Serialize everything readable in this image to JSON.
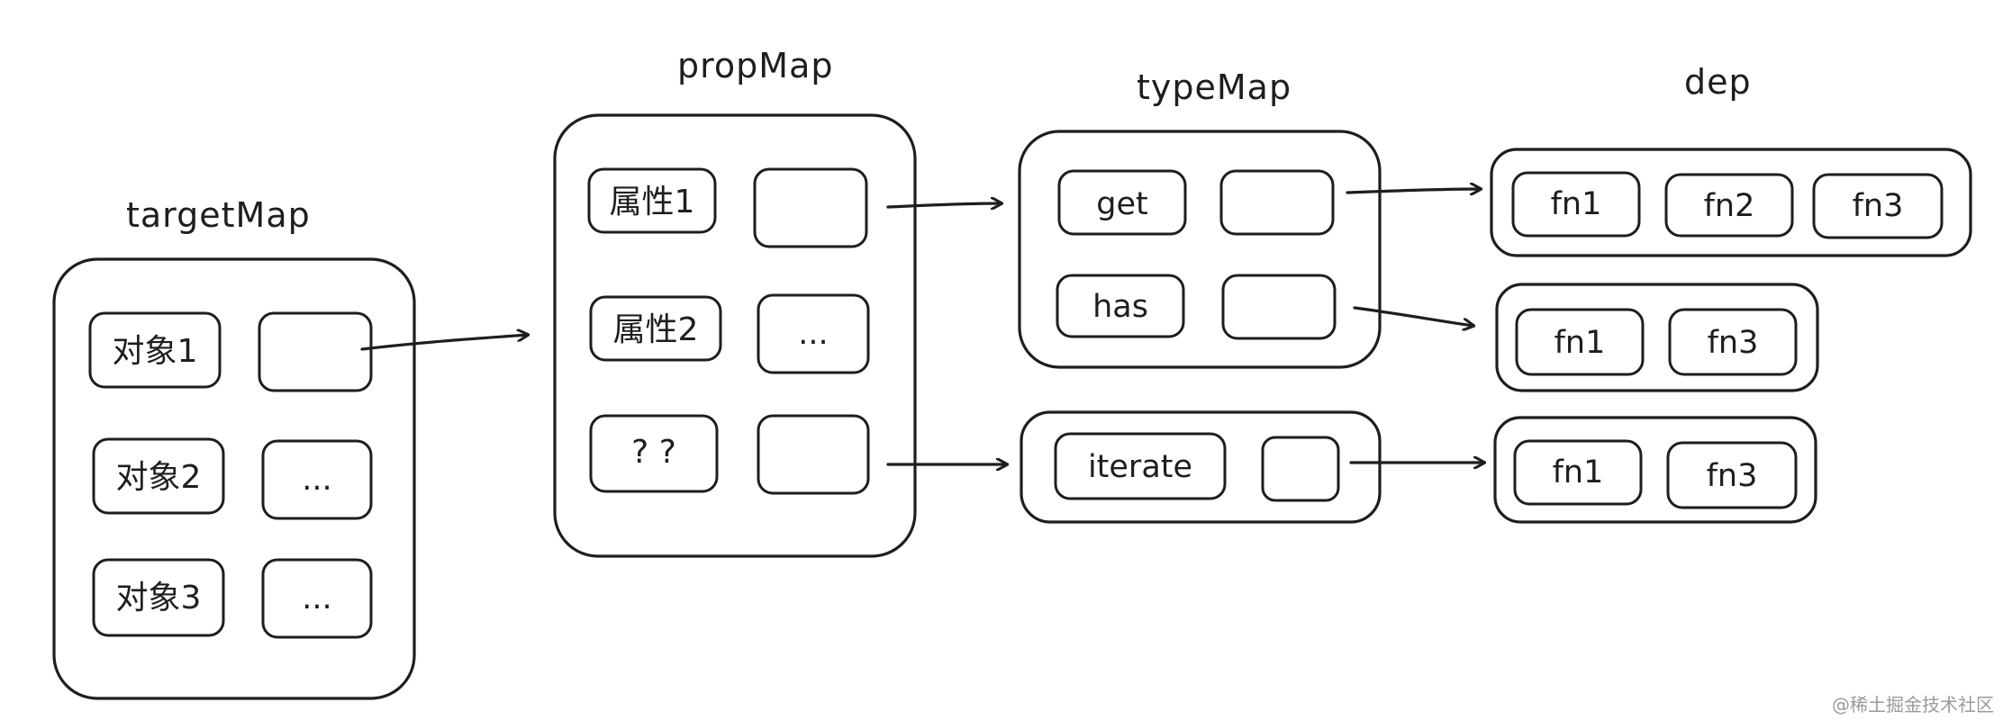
{
  "titles": {
    "targetMap": "targetMap",
    "propMap": "propMap",
    "typeMap": "typeMap",
    "dep": "dep"
  },
  "targetMap": {
    "keys": [
      "对象1",
      "对象2",
      "对象3"
    ],
    "values": [
      "",
      "...",
      "..."
    ]
  },
  "propMap": {
    "keys": [
      "属性1",
      "属性2",
      "? ?"
    ],
    "values": [
      "",
      "...",
      ""
    ]
  },
  "typeMapA": {
    "keys": [
      "get",
      "has"
    ],
    "values": [
      "",
      ""
    ]
  },
  "typeMapB": {
    "keys": [
      "iterate"
    ],
    "values": [
      ""
    ]
  },
  "dep": {
    "get": [
      "fn1",
      "fn2",
      "fn3"
    ],
    "has": [
      "fn1",
      "fn3"
    ],
    "iterate": [
      "fn1",
      "fn3"
    ]
  },
  "watermark": "@稀土掘金技术社区"
}
